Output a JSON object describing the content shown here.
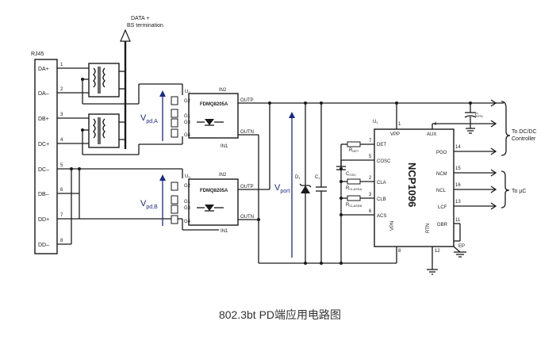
{
  "caption": "802.3bt PD端应用电路图",
  "rj45": {
    "label": "RJ45",
    "pins": [
      {
        "name": "DA+",
        "num": "1"
      },
      {
        "name": "DA–",
        "num": "2"
      },
      {
        "name": "DB+",
        "num": "3"
      },
      {
        "name": "DC+",
        "num": "4"
      },
      {
        "name": "DC–",
        "num": "5"
      },
      {
        "name": "DB–",
        "num": "6"
      },
      {
        "name": "DD+",
        "num": "7"
      },
      {
        "name": "DD–",
        "num": "8"
      }
    ]
  },
  "data_out": {
    "line1": "DATA +",
    "line2": "BS termination"
  },
  "bridge_a": {
    "u": "U",
    "usub": "2",
    "part": "FDMQ8205A",
    "in2": "IN2",
    "in1": "IN1",
    "outp": "OUTP",
    "outn": "OUTN",
    "g": [
      "G2",
      "G1",
      "G3",
      "G4"
    ],
    "vlabel": "V",
    "vsub": "pd,A"
  },
  "bridge_b": {
    "u": "U",
    "usub": "3",
    "part": "FDMQ8205A",
    "in2": "IN2",
    "in1": "IN1",
    "outp": "OUTP",
    "outn": "OUTN",
    "g": [
      "G2",
      "G1",
      "G3",
      "G4"
    ],
    "vlabel": "V",
    "vsub": "pd,B"
  },
  "vport": {
    "label": "V",
    "sub": "port"
  },
  "d1": {
    "label": "D",
    "sub": "1"
  },
  "c1": {
    "label": "C",
    "sub": "1"
  },
  "chip": {
    "name": "NCP1096",
    "u": "U",
    "usub": "1",
    "left_pins": [
      {
        "name": "DET",
        "num": "7"
      },
      {
        "name": "COSC",
        "num": "5"
      },
      {
        "name": "CLA",
        "num": "2"
      },
      {
        "name": "CLB",
        "num": "3"
      },
      {
        "name": "ACS",
        "num": "6"
      }
    ],
    "top_pins": [
      {
        "name": "VPP",
        "num": "1"
      },
      {
        "name": "AUX",
        "num": "4"
      }
    ],
    "right_pins": [
      {
        "name": "PGO",
        "num": "14"
      },
      {
        "name": "NCM",
        "num": "15"
      },
      {
        "name": "NCL",
        "num": "16"
      },
      {
        "name": "LCF",
        "num": "13"
      },
      {
        "name": "GBR",
        "num": "11"
      }
    ],
    "bottom_pins": [
      {
        "name": "VPN",
        "num": "8"
      },
      {
        "name": "RTN",
        "num": "12"
      },
      {
        "name": "EP",
        "num": ""
      }
    ]
  },
  "components": {
    "rdet": "R",
    "rdet_sub": "DET",
    "cosc": "C",
    "cosc_sub": "OSC",
    "rclassa": "R",
    "rclassa_sub": "CLASSA",
    "rclassb": "R",
    "rclassb_sub": "CLASSB",
    "cpd": "C",
    "cpd_sub": "PD"
  },
  "outputs": {
    "dcdc_line1": "To DC/DC",
    "dcdc_line2": "Controller",
    "uc": "To µC"
  }
}
